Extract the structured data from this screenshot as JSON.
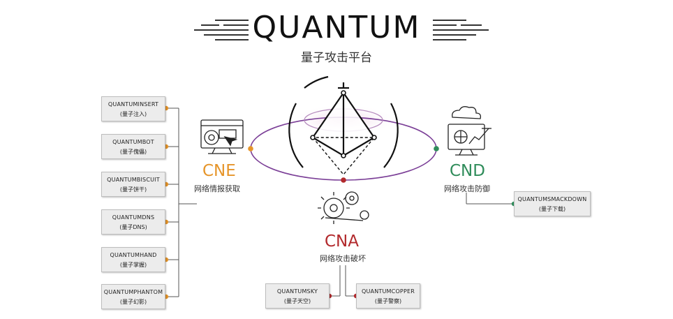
{
  "header": {
    "title": "QUANTUM",
    "subtitle": "量子攻击平台"
  },
  "cne": {
    "label": "CNE",
    "desc": "网络情报获取",
    "color": "#e6952a"
  },
  "cnd": {
    "label": "CND",
    "desc": "网络攻击防御",
    "color": "#2f8c5a"
  },
  "cna": {
    "label": "CNA",
    "desc": "网络攻击破坏",
    "color": "#b2292c"
  },
  "left_boxes": [
    {
      "name": "QUANTUMINSERT",
      "cn": "(量子注入)"
    },
    {
      "name": "QUANTUMBOT",
      "cn": "(量子傀儡)"
    },
    {
      "name": "QUANTUMBISCUIT",
      "cn": "(量子饼干)"
    },
    {
      "name": "QUANTUMDNS",
      "cn": "(量子DNS)"
    },
    {
      "name": "QUANTUMHAND",
      "cn": "(量子掌握)"
    },
    {
      "name": "QUANTUMPHANTOM",
      "cn": "(量子幻影)"
    }
  ],
  "right_box": {
    "name": "QUANTUMSMACKDOWN",
    "cn": "(量子下载)"
  },
  "bottom_boxes": [
    {
      "name": "QUANTUMSKY",
      "cn": "(量子天空)"
    },
    {
      "name": "QUANTUMCOPPER",
      "cn": "(量子警察)"
    }
  ],
  "colors": {
    "orbit": "#7b3f97",
    "line": "#555555"
  }
}
